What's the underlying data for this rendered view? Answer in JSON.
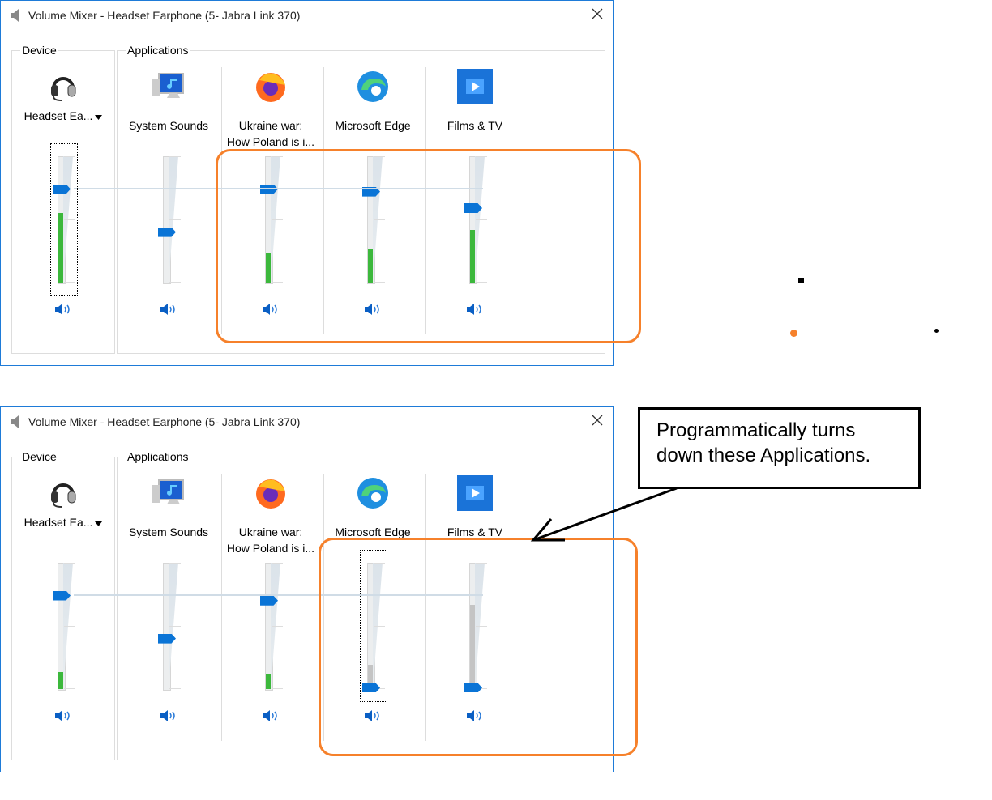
{
  "windows": [
    {
      "title": "Volume Mixer - Headset Earphone (5- Jabra Link 370)",
      "device_label": "Device",
      "apps_label": "Applications",
      "device": {
        "name": "Headset Ea...",
        "volume": 74,
        "peak": 58,
        "focused": true
      },
      "apps": [
        {
          "name": "System Sounds",
          "icon": "system-sounds",
          "volume": 40,
          "peak": 0
        },
        {
          "name": "Ukraine war:\nHow Poland is i...",
          "icon": "firefox",
          "volume": 74,
          "peak": 24
        },
        {
          "name": "Microsoft Edge",
          "icon": "edge",
          "volume": 72,
          "peak": 28
        },
        {
          "name": "Films & TV",
          "icon": "films-tv",
          "volume": 59,
          "peak": 44
        }
      ]
    },
    {
      "title": "Volume Mixer - Headset Earphone (5- Jabra Link 370)",
      "device_label": "Device",
      "apps_label": "Applications",
      "device": {
        "name": "Headset Ea...",
        "volume": 74,
        "peak": 14,
        "focused": false
      },
      "apps": [
        {
          "name": "System Sounds",
          "icon": "system-sounds",
          "volume": 40,
          "peak": 0
        },
        {
          "name": "Ukraine war:\nHow Poland is i...",
          "icon": "firefox",
          "volume": 70,
          "peak": 12
        },
        {
          "name": "Microsoft Edge",
          "icon": "edge",
          "volume": 1,
          "peak": 20,
          "peak_grey": true,
          "focused": true
        },
        {
          "name": "Films & TV",
          "icon": "films-tv",
          "volume": 1,
          "peak": 70,
          "peak_grey": true
        }
      ]
    }
  ],
  "annotation": {
    "text": "Programmatically turns down these Applications."
  },
  "colors": {
    "accent": "#0a74d6",
    "highlight": "#f6812b",
    "meter": "#3cb83c"
  }
}
